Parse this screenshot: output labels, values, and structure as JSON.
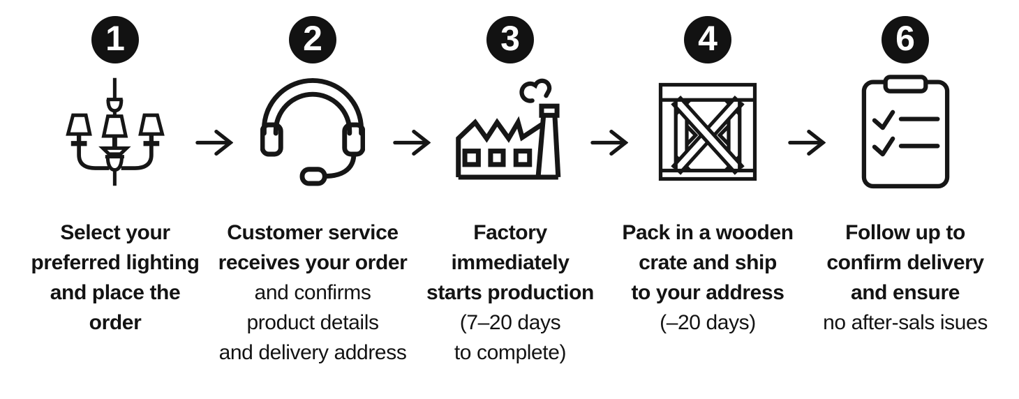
{
  "diagram": {
    "name": "order-process-flow",
    "background": "#ffffff"
  },
  "colors": {
    "ink": "#161616",
    "badge_bg": "#121212",
    "badge_text": "#ffffff",
    "text": "#131313"
  },
  "arrow": {
    "icon": "right-arrow-icon"
  },
  "steps": [
    {
      "number": "1",
      "icon": "chandelier-icon",
      "lines": [
        {
          "text": "Select your",
          "bold": true
        },
        {
          "text": "preferred lighting",
          "bold": true
        },
        {
          "text": "and place the",
          "bold": true
        },
        {
          "text": "order",
          "bold": true
        }
      ]
    },
    {
      "number": "2",
      "icon": "headset-icon",
      "lines": [
        {
          "text": "Customer service",
          "bold": true
        },
        {
          "text": "receives your order",
          "bold": true
        },
        {
          "text": "and confirms",
          "bold": false
        },
        {
          "text": "product details",
          "bold": false
        },
        {
          "text": "and delivery address",
          "bold": false
        }
      ]
    },
    {
      "number": "3",
      "icon": "factory-icon",
      "lines": [
        {
          "text": "Factory",
          "bold": true
        },
        {
          "text": "immediately",
          "bold": true
        },
        {
          "text": "starts production",
          "bold": true
        },
        {
          "text": "(7–20 days",
          "bold": false
        },
        {
          "text": "to complete)",
          "bold": false
        }
      ]
    },
    {
      "number": "4",
      "icon": "crate-icon",
      "lines": [
        {
          "text": "Pack in a wooden",
          "bold": true
        },
        {
          "text": "crate and ship",
          "bold": true
        },
        {
          "text": "to your address",
          "bold": true
        },
        {
          "text": "(–20 days)",
          "bold": false
        }
      ]
    },
    {
      "number": "6",
      "icon": "clipboard-icon",
      "lines": [
        {
          "text": "Follow up to",
          "bold": true
        },
        {
          "text": "confirm delivery",
          "bold": true
        },
        {
          "text": "and ensure",
          "bold": true
        },
        {
          "text": "no after-sals isues",
          "bold": false
        }
      ]
    }
  ]
}
